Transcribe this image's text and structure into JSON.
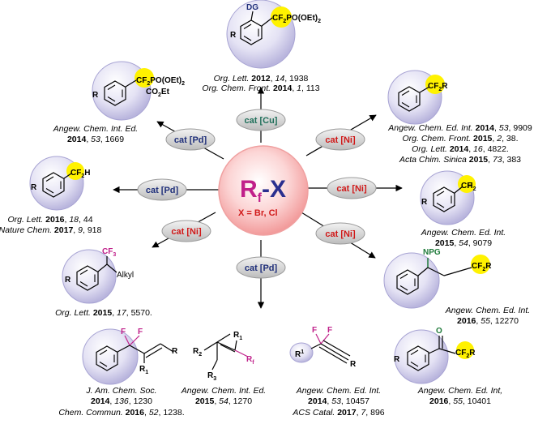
{
  "colors": {
    "cat_cu": "#1f6f5a",
    "cat_pd": "#1f2f7a",
    "cat_ni": "#d01818",
    "center_ring": "#f4a6a6",
    "center_core": "#fbd0d0",
    "title_rf": "#c0208a",
    "title_x": "#2a2f8f",
    "sub_text": "#d01818",
    "highlight": "#fff200",
    "ring": "#cfcdea",
    "npg_green": "#1f7a3a"
  },
  "center": {
    "main_r": "R",
    "main_sub": "f",
    "main_rest": "-X",
    "note": "X = Br, Cl"
  },
  "catalysts": {
    "cu": "cat [Cu]",
    "pd_upper_left": "cat [Pd]",
    "pd_left": "cat [Pd]",
    "ni_lower_left": "cat [Ni]",
    "pd_bottom": "cat [Pd]",
    "ni_upper_right": "cat [Ni]",
    "ni_right": "cat [Ni]",
    "ni_lower_right": "cat [Ni]"
  },
  "labels": {
    "top": {
      "dg": "DG",
      "cf": "CF",
      "two": "2",
      "po": "PO(OEt)",
      "two_b": "2",
      "r": "R"
    },
    "upper_left": {
      "cf": "CF",
      "two": "2",
      "po": "PO(OEt)",
      "two_b": "2",
      "co2et": "CO",
      "two_c": "2",
      "et": "Et",
      "r": "R"
    },
    "left": {
      "cf": "CF",
      "two": "2",
      "h": "H",
      "r": "R"
    },
    "lower_left": {
      "cf": "CF",
      "three": "3",
      "alkyl": "Alkyl",
      "r": "R"
    },
    "upper_right": {
      "cf": "CF",
      "two": "2",
      "r_sub": "R"
    },
    "right": {
      "cf": "CF",
      "h": "H",
      "two": "2",
      "r": "R"
    },
    "lower_right": {
      "npg": "NPG",
      "cf": "CF",
      "two": "2",
      "r_sub": "R"
    },
    "bottom_1": {
      "f1": "F",
      "f2": "F",
      "r": "R",
      "r1": "R",
      "one": "1"
    },
    "bottom_2": {
      "r1": "R",
      "one": "1",
      "r2": "R",
      "two": "2",
      "r3": "R",
      "three": "3",
      "rf": "R",
      "f": "f"
    },
    "bottom_3": {
      "f1": "F",
      "f2": "F",
      "r1": "R",
      "one": "1",
      "r": "R"
    },
    "bottom_4": {
      "o": "O",
      "cf": "CF",
      "two": "2",
      "r_sub": "R",
      "r": "R"
    }
  },
  "refs": {
    "top": {
      "l1_j": "Org. Lett.",
      "l1_y": " 2012",
      "l1_c": ", ",
      "l1_v": "14",
      "l1_p": ", 1938",
      "l2_j": "Org. Chem. Front.",
      "l2_y": " 2014",
      "l2_c": ", ",
      "l2_v": "1",
      "l2_p": ", 113"
    },
    "upper_left": {
      "l1_j": "Angew. Chem. Int. Ed.",
      "l2_y": "2014",
      "l2_c": ", ",
      "l2_v": "53",
      "l2_p": ", 1669"
    },
    "left": {
      "l1_j": "Org. Lett.",
      "l1_y": " 2016",
      "l1_c": ", ",
      "l1_v": "18",
      "l1_p": ", 44",
      "l2_j": "Nature Chem.",
      "l2_y": " 2017",
      "l2_c": ", ",
      "l2_v": "9",
      "l2_p": ", 918"
    },
    "lower_left": {
      "l1_j": "Org. Lett.",
      "l1_y": " 2015",
      "l1_c": ", ",
      "l1_v": "17",
      "l1_p": ", 5570."
    },
    "upper_right": {
      "l1_j": "Angew. Chem. Ed. Int.",
      "l1_y": " 2014",
      "l1_c": ", ",
      "l1_v": "53",
      "l1_p": ", 9909",
      "l2_j": "Org. Chem. Front.",
      "l2_y": " 2015",
      "l2_c": ", ",
      "l2_v": "2",
      "l2_p": ", 38.",
      "l3_j": "Org. Lett.",
      "l3_y": " 2014",
      "l3_c": ", ",
      "l3_v": "16",
      "l3_p": ", 4822.",
      "l4_j": "Acta Chim. Sinica",
      "l4_y": " 2015",
      "l4_c": ", ",
      "l4_v": "73",
      "l4_p": ", 383"
    },
    "right": {
      "l1_j": "Angew. Chem. Ed. Int.",
      "l2_y": "2015",
      "l2_c": ", ",
      "l2_v": "54",
      "l2_p": ", 9079"
    },
    "lower_right": {
      "l1_j": "Angew. Chem. Ed. Int.",
      "l2_y": "2016",
      "l2_c": ", ",
      "l2_v": "55",
      "l2_p": ", 12270"
    },
    "bottom_1": {
      "l1_j": "J. Am. Chem. Soc.",
      "l2_y": "2014",
      "l2_c": ", ",
      "l2_v": "136",
      "l2_p": ", 1230",
      "l3_j": "Chem. Commun.",
      "l3_y": " 2016",
      "l3_c": ", ",
      "l3_v": "52",
      "l3_p": ", 1238."
    },
    "bottom_2": {
      "l1_j": "Angew. Chem. Int. Ed.",
      "l2_y": "2015",
      "l2_c": ", ",
      "l2_v": "54",
      "l2_p": ", 1270"
    },
    "bottom_3": {
      "l1_j": "Angew. Chem. Ed. Int.",
      "l2_y": "2014",
      "l2_c": ", ",
      "l2_v": "53",
      "l2_p": ", 10457",
      "l3_j": "ACS Catal.",
      "l3_y": " 2017",
      "l3_c": ", ",
      "l3_v": "7",
      "l3_p": ", 896"
    },
    "bottom_4": {
      "l1_j": "Angew. Chem. Ed. Int,",
      "l2_y": "2016",
      "l2_c": ", ",
      "l2_v": "55",
      "l2_p": ", 10401"
    }
  }
}
